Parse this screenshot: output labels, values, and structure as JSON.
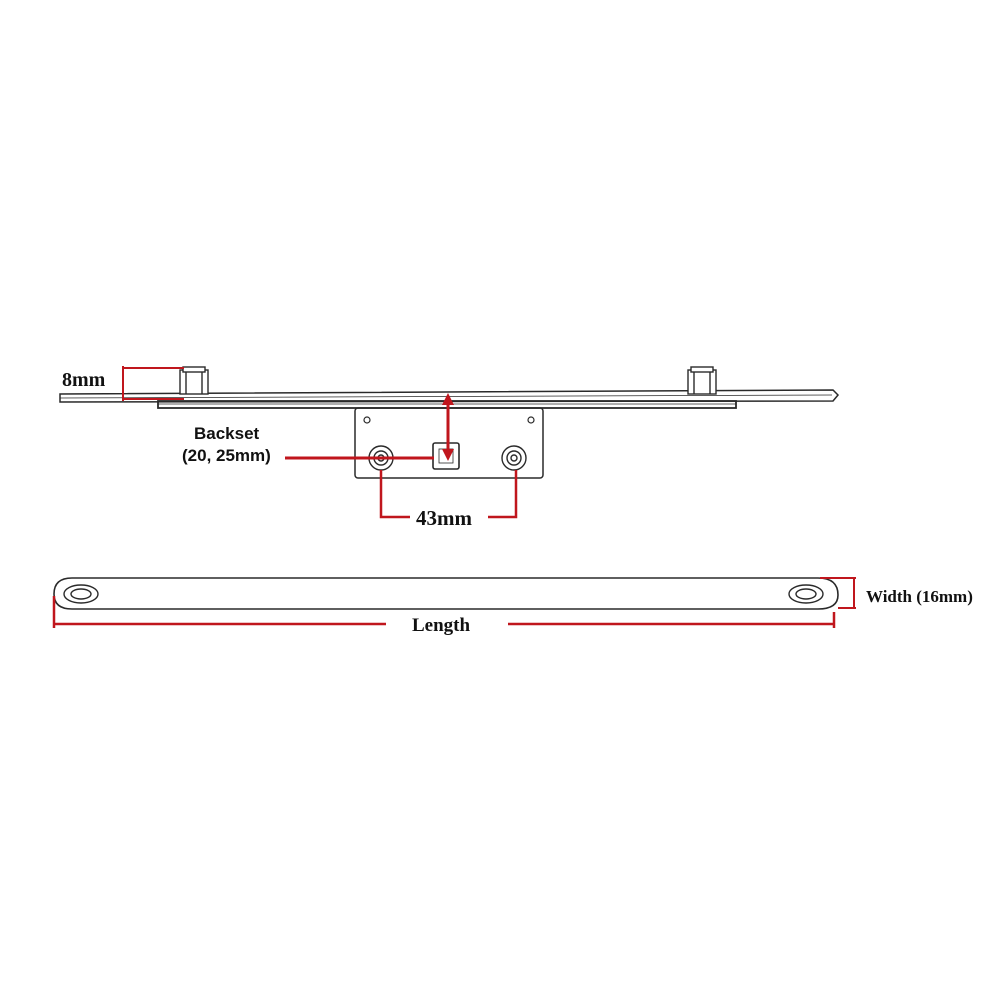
{
  "labels": {
    "height": "8mm",
    "backset_title": "Backset",
    "backset_values": "(20, 25mm)",
    "centres": "43mm",
    "length": "Length",
    "width": "Width (16mm)"
  },
  "colors": {
    "dimension": "#c0161d",
    "outline": "#2a2a2a",
    "text": "#111111",
    "background": "#ffffff"
  }
}
